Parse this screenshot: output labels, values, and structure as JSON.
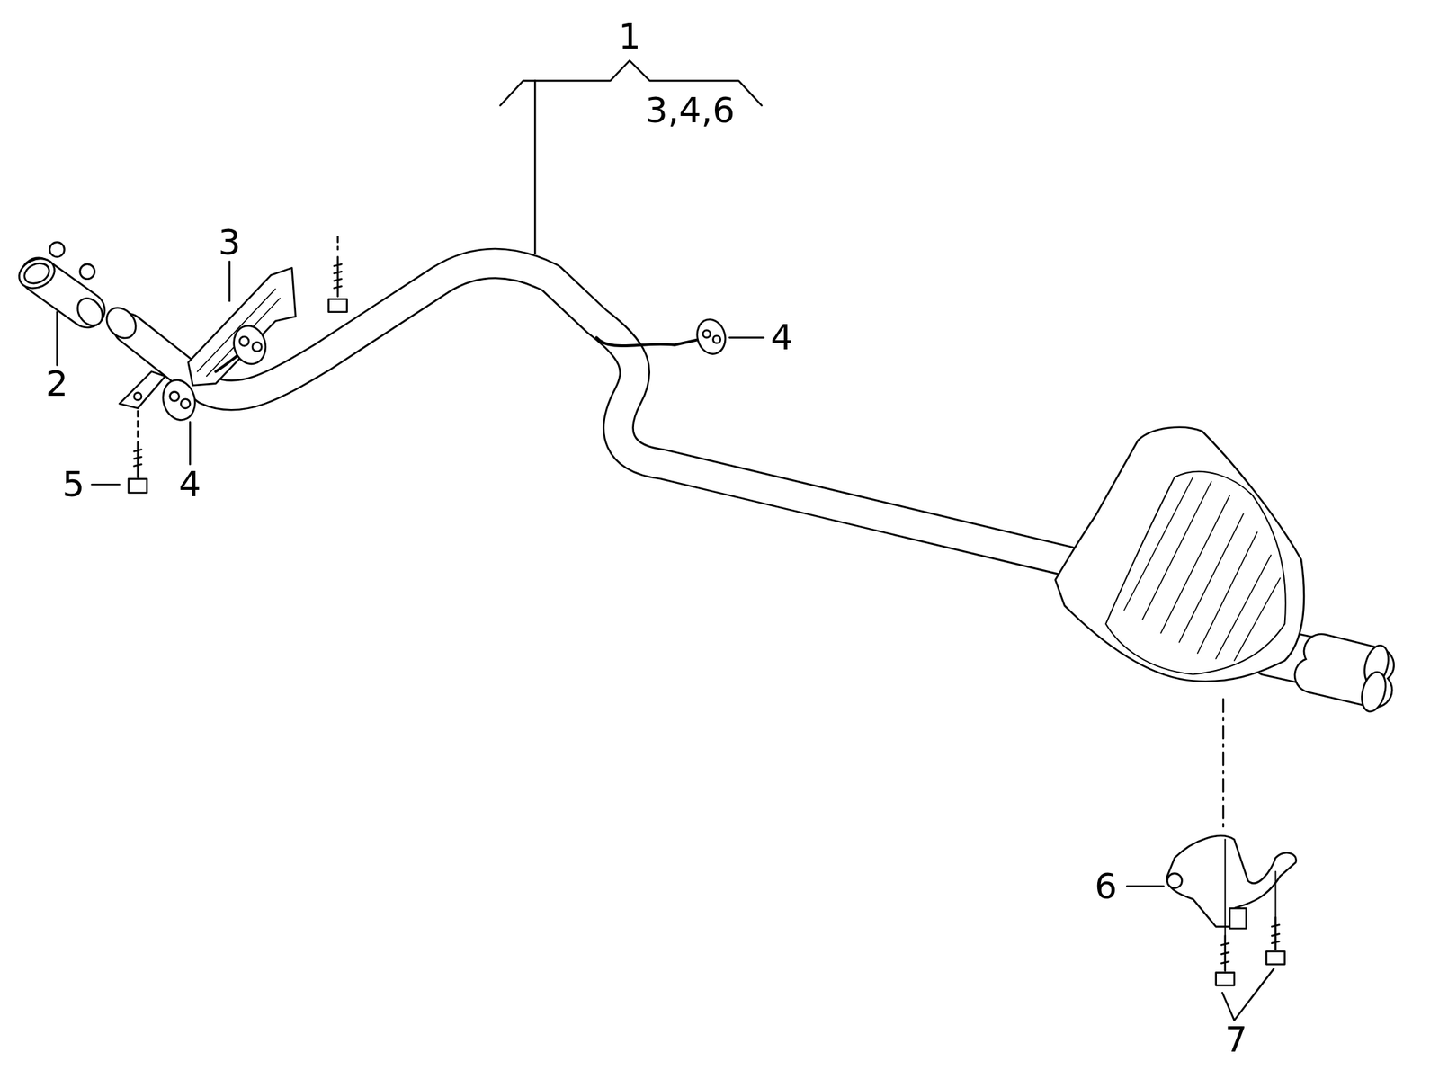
{
  "diagram": {
    "labels": [
      "1",
      "3,4,6",
      "3",
      "4",
      "2",
      "5",
      "4",
      "6",
      "7"
    ]
  }
}
